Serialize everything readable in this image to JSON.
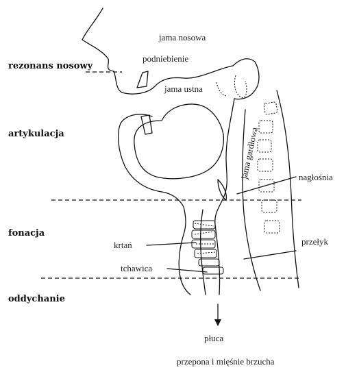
{
  "levels": {
    "nasal_resonance": "rezonans nosowy",
    "articulation": "artykulacja",
    "phonation": "fonacja",
    "breathing": "oddychanie"
  },
  "organs": {
    "nasal_cavity": "jama nosowa",
    "palate": "podniebienie",
    "oral_cavity": "jama ustna",
    "pharynx": "jama gardłowa",
    "epiglottis": "nagłośnia",
    "larynx": "krtań",
    "esophagus": "przełyk",
    "trachea": "tchawica",
    "lungs": "płuca",
    "diaphragm_and_abdominals": "przepona i mięśnie brzucha"
  },
  "icons": {
    "arrow": "down-arrow-icon"
  }
}
